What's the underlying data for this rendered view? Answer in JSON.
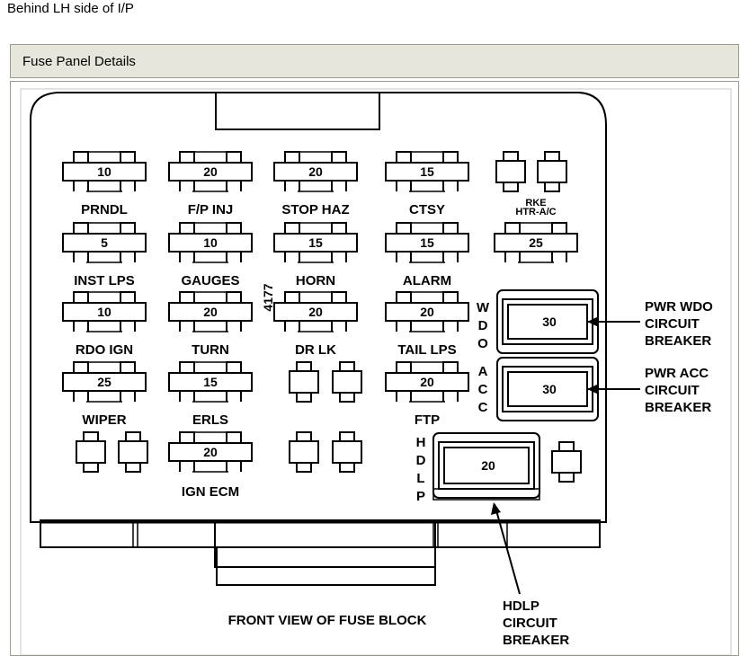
{
  "caption": "Behind LH side of I/P",
  "panel_title": "Fuse Panel Details",
  "diagram": {
    "part_number": "4177",
    "title": "FRONT VIEW OF FUSE BLOCK",
    "fuses": [
      {
        "value": "10",
        "label": "PRNDL"
      },
      {
        "value": "20",
        "label": "F/P INJ"
      },
      {
        "value": "20",
        "label": "STOP HAZ"
      },
      {
        "value": "15",
        "label": "CTSY"
      },
      {
        "value": "5",
        "label": "INST LPS"
      },
      {
        "value": "10",
        "label": "GAUGES"
      },
      {
        "value": "15",
        "label": "HORN"
      },
      {
        "value": "15",
        "label": "ALARM"
      },
      {
        "value": "25",
        "label": "RKE HTR-A/C"
      },
      {
        "value": "10",
        "label": "RDO IGN"
      },
      {
        "value": "20",
        "label": "TURN"
      },
      {
        "value": "20",
        "label": "DR LK"
      },
      {
        "value": "20",
        "label": "TAIL LPS"
      },
      {
        "value": "25",
        "label": "WIPER"
      },
      {
        "value": "15",
        "label": "ERLS"
      },
      {
        "value": "20",
        "label": "FTP"
      },
      {
        "value": "20",
        "label": "IGN ECM"
      }
    ],
    "breakers": [
      {
        "side_label": "WDO",
        "value": "30",
        "callout": [
          "PWR WDO",
          "CIRCUIT",
          "BREAKER"
        ]
      },
      {
        "side_label": "ACC",
        "value": "30",
        "callout": [
          "PWR ACC",
          "CIRCUIT",
          "BREAKER"
        ]
      },
      {
        "side_label": "HDLP",
        "value": "20",
        "callout": [
          "HDLP",
          "CIRCUIT",
          "BREAKER"
        ]
      }
    ]
  }
}
